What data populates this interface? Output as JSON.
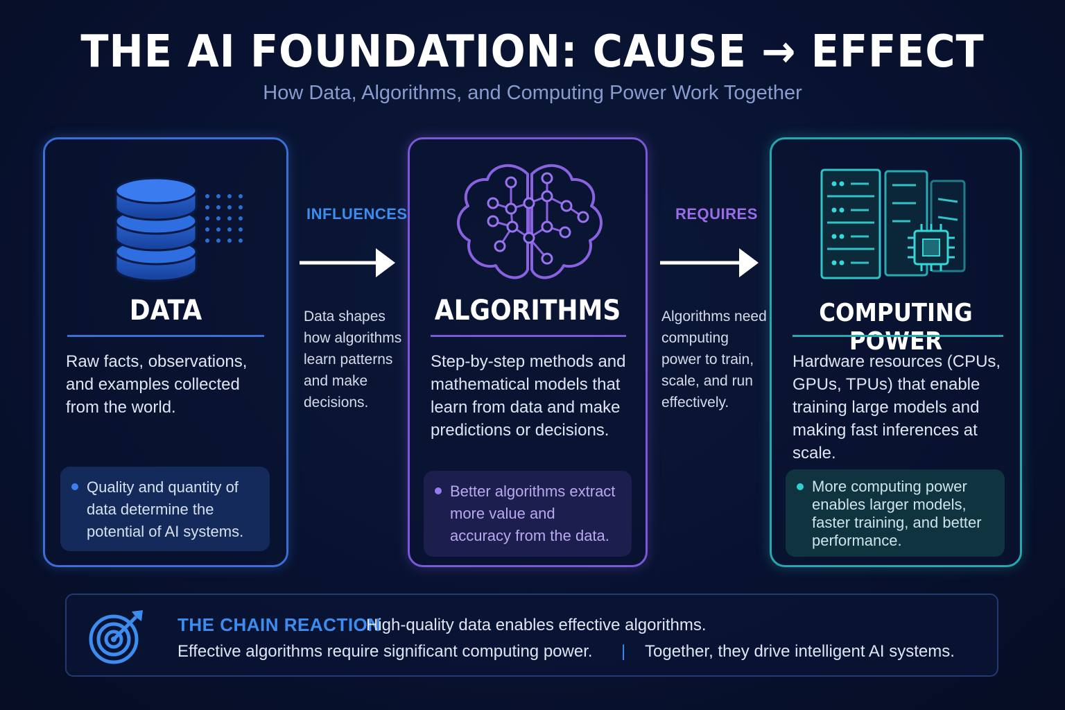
{
  "header": {
    "title": "THE AI FOUNDATION: CAUSE → EFFECT",
    "subtitle": "How Data, Algorithms, and Computing Power Work Together"
  },
  "cards": [
    {
      "title": "DATA",
      "description": "Raw facts, observations, and examples collected from the world.",
      "note": "Quality and quantity of data determine the potential of AI systems.",
      "icon": "database-icon",
      "color": "#3b6fd8"
    },
    {
      "title": "ALGORITHMS",
      "description": "Step-by-step methods and mathematical models that learn from data and make predictions or decisions.",
      "note": "Better algorithms extract more value and accuracy from the data.",
      "icon": "brain-network-icon",
      "color": "#7a58d8"
    },
    {
      "title": "COMPUTING POWER",
      "description": "Hardware resources (CPUs, GPUs, TPUs) that enable training large models and making fast inferences at scale.",
      "note": "More computing power enables larger models, faster training, and better performance.",
      "icon": "server-chip-icon",
      "color": "#26a8b0"
    }
  ],
  "connectors": [
    {
      "label": "INFLUENCES",
      "text": "Data shapes how algorithms learn patterns and make decisions.",
      "color": "#3d8cf0"
    },
    {
      "label": "REQUIRES",
      "text": "Algorithms need computing power to train, scale, and run effectively.",
      "color": "#9a6ce8"
    }
  ],
  "chain": {
    "heading": "THE CHAIN REACTION",
    "line1": "High-quality data enables effective algorithms.",
    "line2a": "Effective algorithms require significant computing power.",
    "separator": "|",
    "line2b": "Together, they drive intelligent AI systems.",
    "icon": "target-icon"
  }
}
